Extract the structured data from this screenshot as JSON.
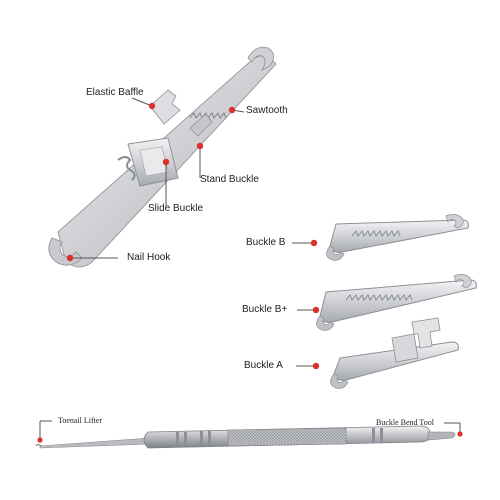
{
  "main_tool": {
    "labels": {
      "elastic_baffle": "Elastic Baffle",
      "sawtooth": "Sawtooth",
      "stand_buckle": "Stand Buckle",
      "slide_buckle": "Slide Buckle",
      "nail_hook": "Nail Hook"
    }
  },
  "buckles": {
    "buckle_b": "Buckle B",
    "buckle_b_plus": "Buckle B+",
    "buckle_a": "Buckle A"
  },
  "tool": {
    "left_label": "Toenail Lifter",
    "right_label": "Buckle Bend Tool"
  },
  "colors": {
    "accent_dot": "#d9322b",
    "steel_light": "#e6e7e9",
    "steel_mid": "#c4c6ca",
    "steel_dark": "#8d9096",
    "leader_line": "#555555"
  }
}
